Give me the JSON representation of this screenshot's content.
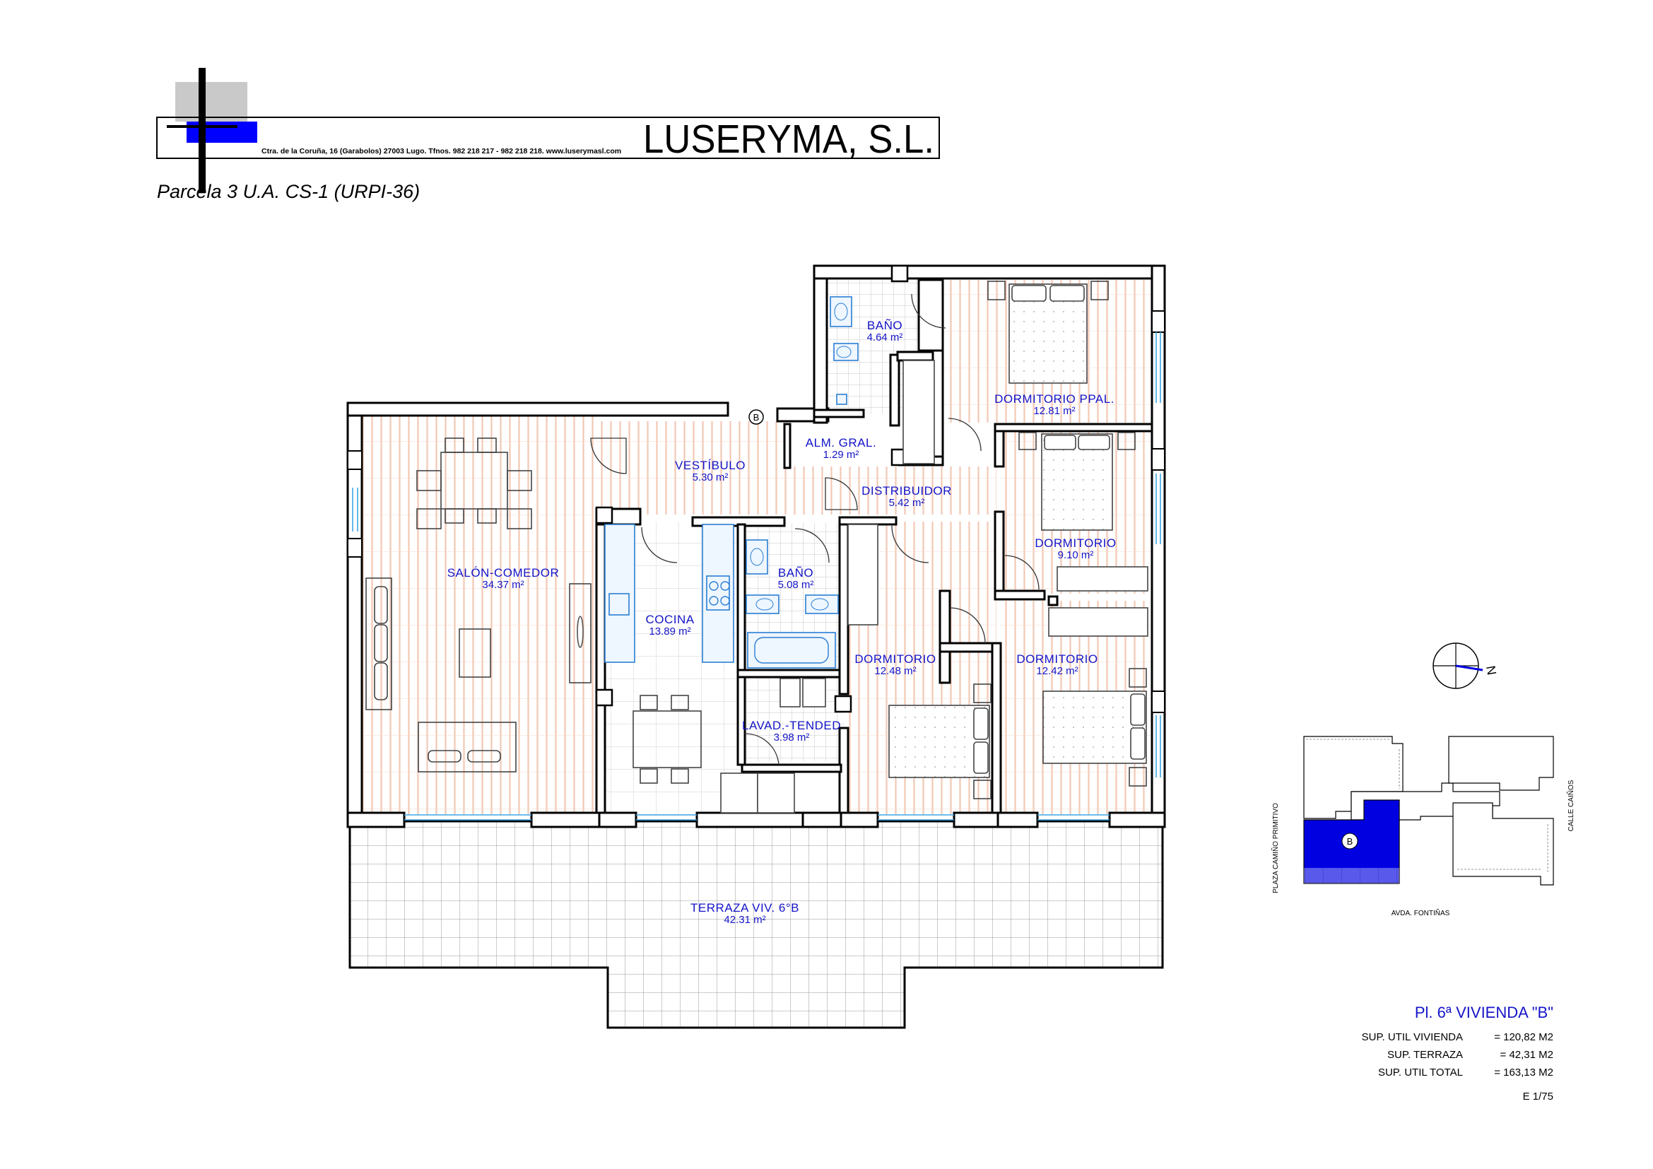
{
  "header": {
    "company": "LUSERYMA, S.L.",
    "address": "Ctra. de la Coruña, 16 (Garabolos) 27003 Lugo. Tfnos. 982 218 217 - 982 218 218. www.luserymasl.com",
    "parcel": "Parcela 3 U.A. CS-1 (URPI-36)"
  },
  "rooms": [
    {
      "name": "BAÑO",
      "area": "4.64 m²"
    },
    {
      "name": "DORMITORIO PPAL.",
      "area": "12.81 m²"
    },
    {
      "name": "ALM. GRAL.",
      "area": "1.29 m²"
    },
    {
      "name": "VESTÍBULO",
      "area": "5.30 m²"
    },
    {
      "name": "DISTRIBUIDOR",
      "area": "5.42 m²"
    },
    {
      "name": "DORMITORIO",
      "area": "9.10 m²"
    },
    {
      "name": "SALÓN-COMEDOR",
      "area": "34.37 m²"
    },
    {
      "name": "BAÑO",
      "area": "5.08 m²"
    },
    {
      "name": "COCINA",
      "area": "13.89 m²"
    },
    {
      "name": "DORMITORIO",
      "area": "12.48 m²"
    },
    {
      "name": "DORMITORIO",
      "area": "12.42 m²"
    },
    {
      "name": "LAVAD.-TENDED",
      "area": "3.98 m²"
    },
    {
      "name": "TERRAZA VIV. 6°B",
      "area": "42.31 m²"
    }
  ],
  "entry_marker": "B",
  "compass": {
    "label": "N"
  },
  "site_plan": {
    "street_left": "PLAZA CAMIÑO PRIMITIVO",
    "street_right": "CALLE CAIÑOS",
    "street_bottom": "AVDA. FONTIÑAS",
    "marker": "B",
    "highlight_color": "#0000e0"
  },
  "summary": {
    "title": "Pl. 6ª VIVIENDA \"B\"",
    "rows": [
      {
        "label": "SUP. UTIL VIVIENDA",
        "value": "= 120,82 M2"
      },
      {
        "label": "SUP. TERRAZA",
        "value": "= 42,31 M2"
      },
      {
        "label": "SUP. UTIL TOTAL",
        "value": "= 163,13 M2"
      }
    ],
    "scale": "E 1/75"
  },
  "colors": {
    "label": "#1414c8",
    "floor_hatch": "#f2c9b4",
    "kitchen_tile": "#d8d8d8",
    "window": "#3fa9e8",
    "logo_blue": "#0000ff"
  }
}
